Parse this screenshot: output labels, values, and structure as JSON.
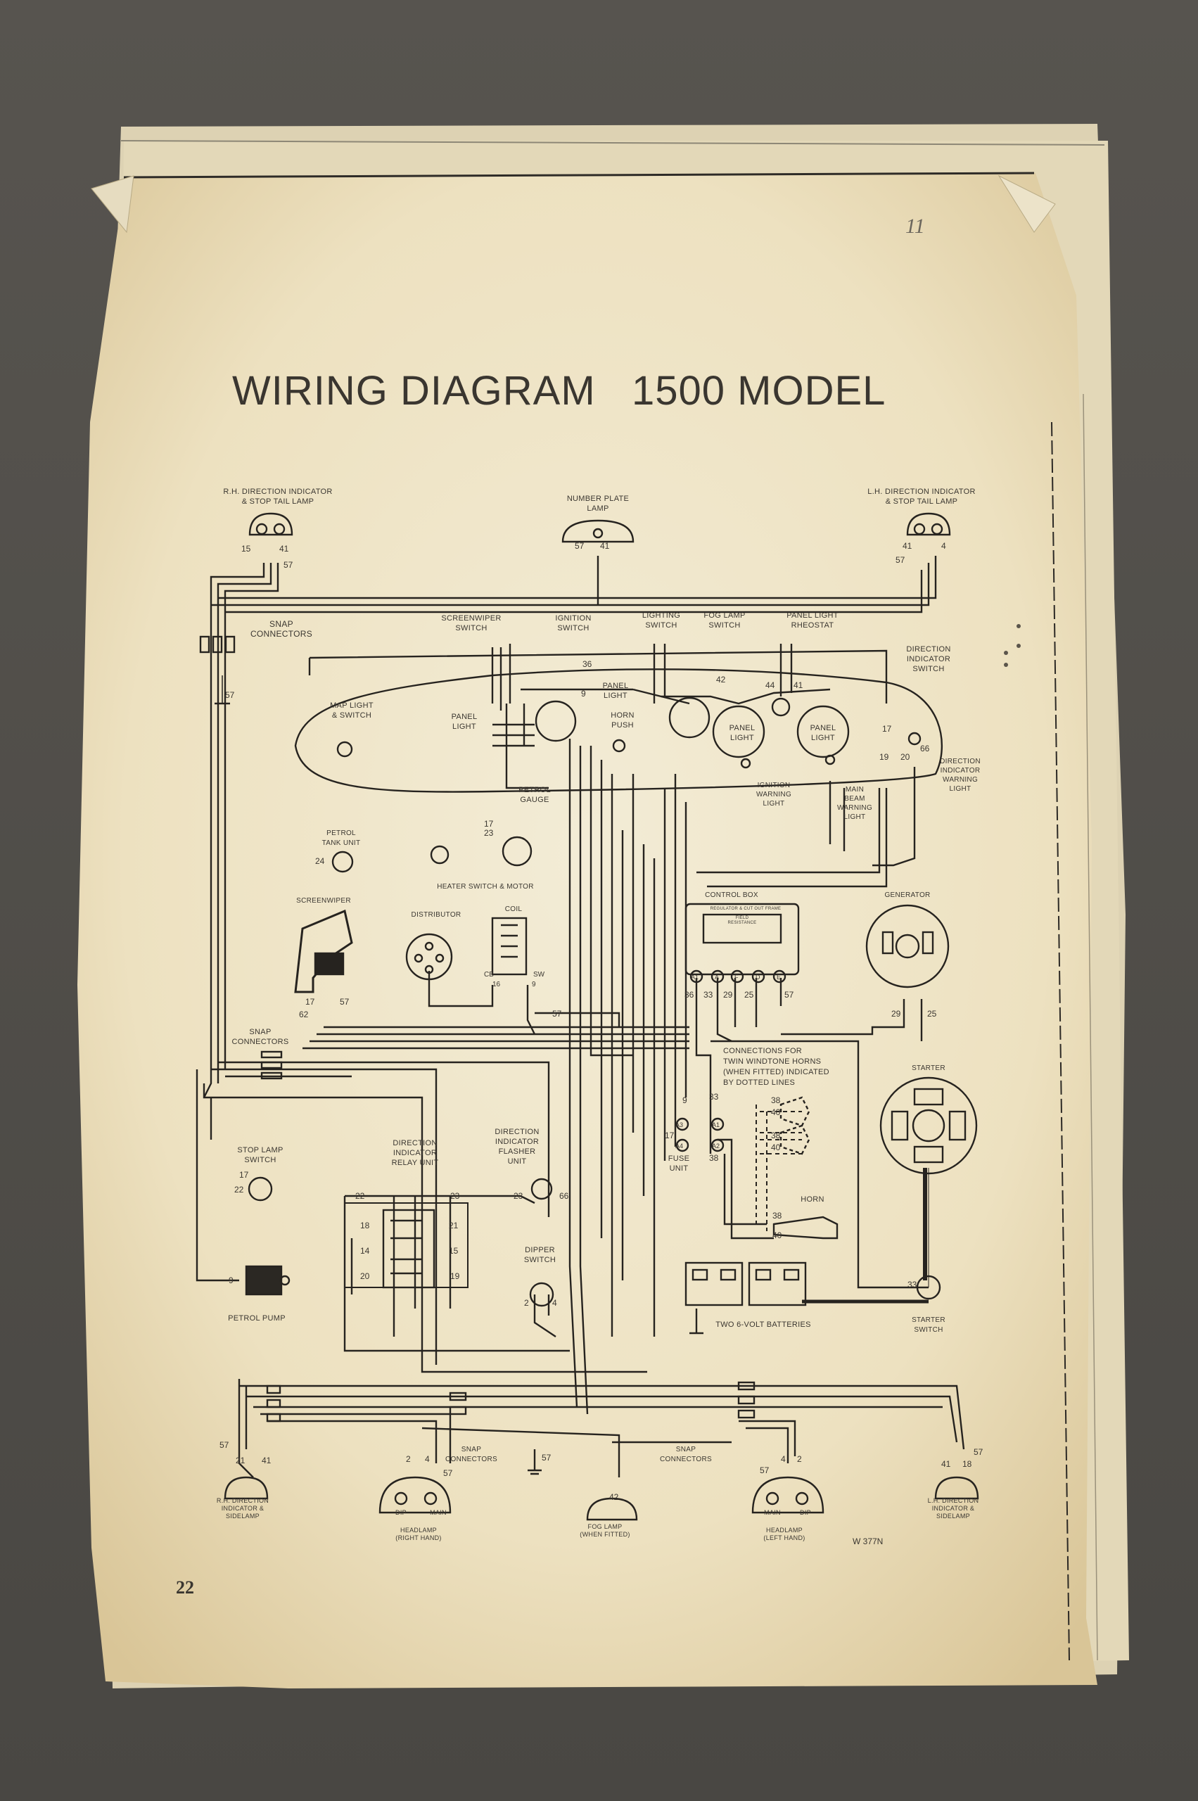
{
  "title": "WIRING DIAGRAM   1500 MODEL",
  "page_number": "22",
  "reference": "W 377N",
  "margin_mark": "11",
  "components": {
    "rh_indicator_top": "R.H. DIRECTION INDICATOR\n& STOP TAIL LAMP",
    "number_plate": "NUMBER PLATE\nLAMP",
    "lh_indicator_top": "L.H. DIRECTION INDICATOR\n& STOP TAIL LAMP",
    "snap_connectors_top": "SNAP\nCONNECTORS",
    "screenwiper_switch": "SCREENWIPER\nSWITCH",
    "ignition_switch": "IGNITION\nSWITCH",
    "lighting_switch": "LIGHTING\nSWITCH",
    "fog_lamp_switch": "FOG LAMP\nSWITCH",
    "panel_light_rheostat": "PANEL LIGHT\nRHEOSTAT",
    "direction_indicator_switch": "DIRECTION\nINDICATOR\nSWITCH",
    "map_light": "MAP LIGHT\n& SWITCH",
    "panel_light_left": "PANEL\nLIGHT",
    "panel_light_mid": "PANEL\nLIGHT",
    "horn_push": "HORN\nPUSH",
    "panel_light_a": "PANEL\nLIGHT",
    "panel_light_b": "PANEL\nLIGHT",
    "direction_indicator_warning": "DIRECTION\nINDICATOR\nWARNING\nLIGHT",
    "petrol_gauge": "PETROL\nGAUGE",
    "ignition_warning": "IGNITION\nWARNING\nLIGHT",
    "main_beam_warning": "MAIN\nBEAM\nWARNING\nLIGHT",
    "petrol_tank_unit": "PETROL\nTANK UNIT",
    "heater": "HEATER SWITCH & MOTOR",
    "screenwiper": "SCREENWIPER",
    "distributor": "DISTRIBUTOR",
    "coil": "COIL",
    "control_box": "CONTROL BOX",
    "generator": "GENERATOR",
    "regulator": "REGULATOR & CUT OUT FRAME",
    "field_resistance": "FIELD\nRESISTANCE",
    "snap_connectors_mid": "SNAP\nCONNECTORS",
    "horns_note": "CONNECTIONS FOR\nTWIN WINDTONE HORNS\n(WHEN FITTED) INDICATED\nBY DOTTED LINES",
    "starter": "STARTER",
    "stop_lamp_switch": "STOP LAMP\nSWITCH",
    "relay_unit": "DIRECTION\nINDICATOR\nRELAY UNIT",
    "flasher_unit": "DIRECTION\nINDICATOR\nFLASHER\nUNIT",
    "fuse_unit": "FUSE\nUNIT",
    "horn": "HORN",
    "dipper_switch": "DIPPER\nSWITCH",
    "petrol_pump": "PETROL PUMP",
    "batteries": "TWO 6-VOLT BATTERIES",
    "starter_switch": "STARTER\nSWITCH",
    "snap_connectors_bl": "SNAP\nCONNECTORS",
    "snap_connectors_br": "SNAP\nCONNECTORS",
    "rh_sidelamp": "R.H. DIRECTION\nINDICATOR &\nSIDELAMP",
    "headlamp_right": "HEADLAMP\n(RIGHT HAND)",
    "fog_lamp": "FOG LAMP\n(WHEN FITTED)",
    "headlamp_left": "HEADLAMP\n(LEFT HAND)",
    "lh_sidelamp": "L.H. DIRECTION\nINDICATOR &\nSIDELAMP",
    "dip_r": "DIP",
    "main_r": "MAIN",
    "main_l": "MAIN",
    "dip_l": "DIP"
  },
  "terminals": {
    "a15": "15",
    "a41": "41",
    "a57": "57",
    "b57": "57",
    "b41": "41",
    "c41": "41",
    "c4": "4",
    "c57": "57",
    "d57": "57",
    "e36": "36",
    "e9": "9",
    "e42": "42",
    "e44": "44",
    "e41": "41",
    "f17": "17",
    "f19": "19",
    "f20": "20",
    "f66": "66",
    "g24": "24",
    "g23": "23",
    "g17": "17",
    "h62": "62",
    "h17": "17",
    "h57": "57",
    "i36": "36",
    "i33": "33",
    "i29": "29",
    "i25": "25",
    "i57": "57",
    "j29": "29",
    "j25": "25",
    "k22": "22",
    "k23": "23",
    "k18": "18",
    "k21": "21",
    "k14": "14",
    "k15": "15",
    "k20": "20",
    "k19": "19",
    "l9": "9",
    "l33": "33",
    "l17": "17",
    "l38": "38",
    "m38a": "38",
    "m40a": "40",
    "m38b": "38",
    "m40b": "40",
    "m38c": "38",
    "m40c": "40",
    "n2": "2",
    "n4": "4",
    "o57": "57",
    "o21": "21",
    "o41": "41",
    "p2": "2",
    "p4": "4",
    "p57": "57",
    "q42": "42",
    "q57": "57",
    "r57": "57",
    "r4": "4",
    "r2": "2",
    "s41": "41",
    "s18": "18",
    "s57": "57",
    "t9": "9",
    "t33": "33",
    "t22": "22",
    "t23": "23",
    "t66": "66",
    "t17": "17",
    "u_a1": "A1",
    "u_a": "A",
    "u_f": "F",
    "u_d": "D",
    "u_e": "E",
    "v_a3": "A3",
    "v_a4": "A4",
    "v_a1": "A1",
    "v_a2": "A2",
    "w_cb": "CB",
    "w_16": "16",
    "w_sw": "SW",
    "w_9": "9",
    "w57": "57"
  }
}
